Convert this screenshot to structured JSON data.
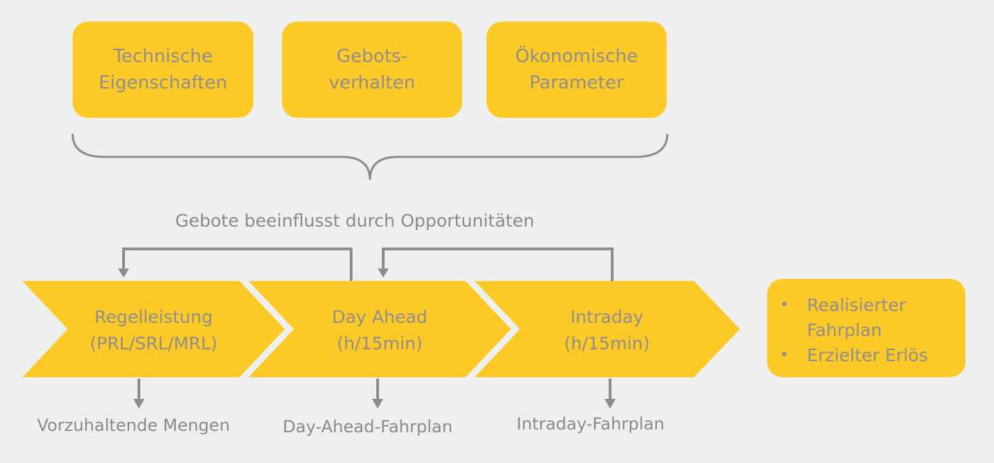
{
  "factors": [
    {
      "line1": "Technische",
      "line2": "Eigenschaften"
    },
    {
      "line1": "Gebots-",
      "line2": "verhalten"
    },
    {
      "line1": "Ökonomische",
      "line2": "Parameter"
    }
  ],
  "brace_caption": "Gebote beeinflusst durch Opportunitäten",
  "markets": [
    {
      "line1": "Regelleistung",
      "line2": "(PRL/SRL/MRL)",
      "output": "Vorzuhaltende Mengen"
    },
    {
      "line1": "Day Ahead",
      "line2": "(h/15min)",
      "output": "Day-Ahead-Fahrplan"
    },
    {
      "line1": "Intraday",
      "line2": "(h/15min)",
      "output": "Intraday-Fahrplan"
    }
  ],
  "result": {
    "items": [
      "Realisierter Fahrplan",
      "Erzielter Erlös"
    ],
    "bullet": "•"
  },
  "colors": {
    "box_fill": "#fdc926",
    "connector": "#8c8c8c",
    "text": "#8f8f8f",
    "background": "#eef0ef"
  }
}
